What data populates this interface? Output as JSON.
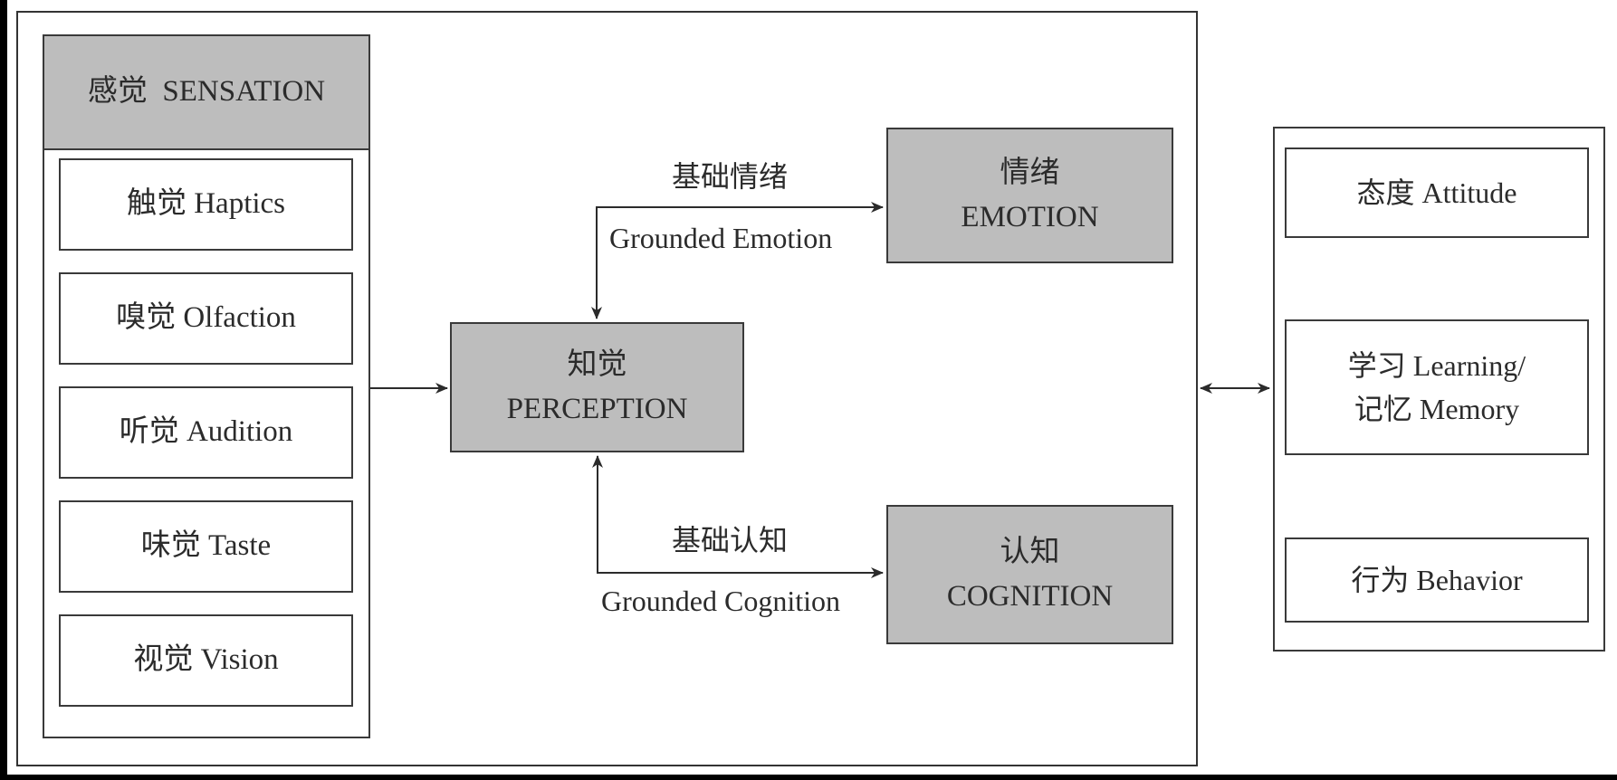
{
  "sensation": {
    "header": "感觉  SENSATION",
    "items": [
      {
        "cn": "触觉",
        "en": "Haptics"
      },
      {
        "cn": "嗅觉",
        "en": "Olfaction"
      },
      {
        "cn": "听觉",
        "en": "Audition"
      },
      {
        "cn": "味觉",
        "en": "Taste"
      },
      {
        "cn": "视觉",
        "en": "Vision"
      }
    ]
  },
  "perception": {
    "cn": "知觉",
    "en": "PERCEPTION"
  },
  "emotion": {
    "cn": "情绪",
    "en": "EMOTION"
  },
  "cognition": {
    "cn": "认知",
    "en": "COGNITION"
  },
  "links": {
    "emotion_cn": "基础情绪",
    "emotion_en": "Grounded Emotion",
    "cognition_cn": "基础认知",
    "cognition_en": "Grounded Cognition"
  },
  "outcomes": {
    "attitude": "态度 Attitude",
    "learning_line1": "学习 Learning/",
    "learning_line2": "记忆 Memory",
    "behavior": "行为 Behavior"
  }
}
